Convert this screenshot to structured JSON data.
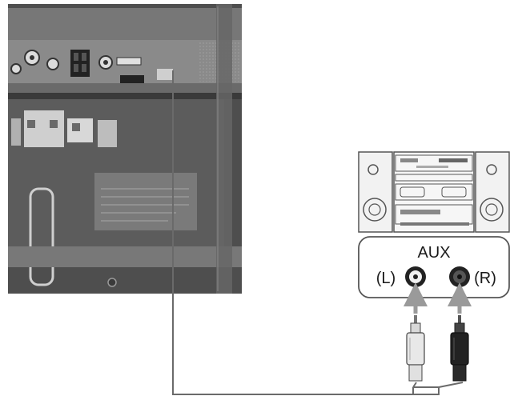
{
  "title": "",
  "stereo": {
    "panel_label": "AUX",
    "left_label": "(L)",
    "right_label": "(R)"
  },
  "colors": {
    "tv_panel": "#555555",
    "tv_panel_dark": "#3e3e3e",
    "stereo_body": "#f4f4f4",
    "cable": "#666666",
    "plug_white": "#e8e8e8",
    "plug_black": "#222222",
    "arrow": "#9a9a9a"
  },
  "icons": {
    "tv_back": "tv-rear-panel-icon",
    "stereo": "stereo-system-icon",
    "plug_left": "rca-plug-white-icon",
    "plug_right": "rca-plug-black-icon"
  }
}
